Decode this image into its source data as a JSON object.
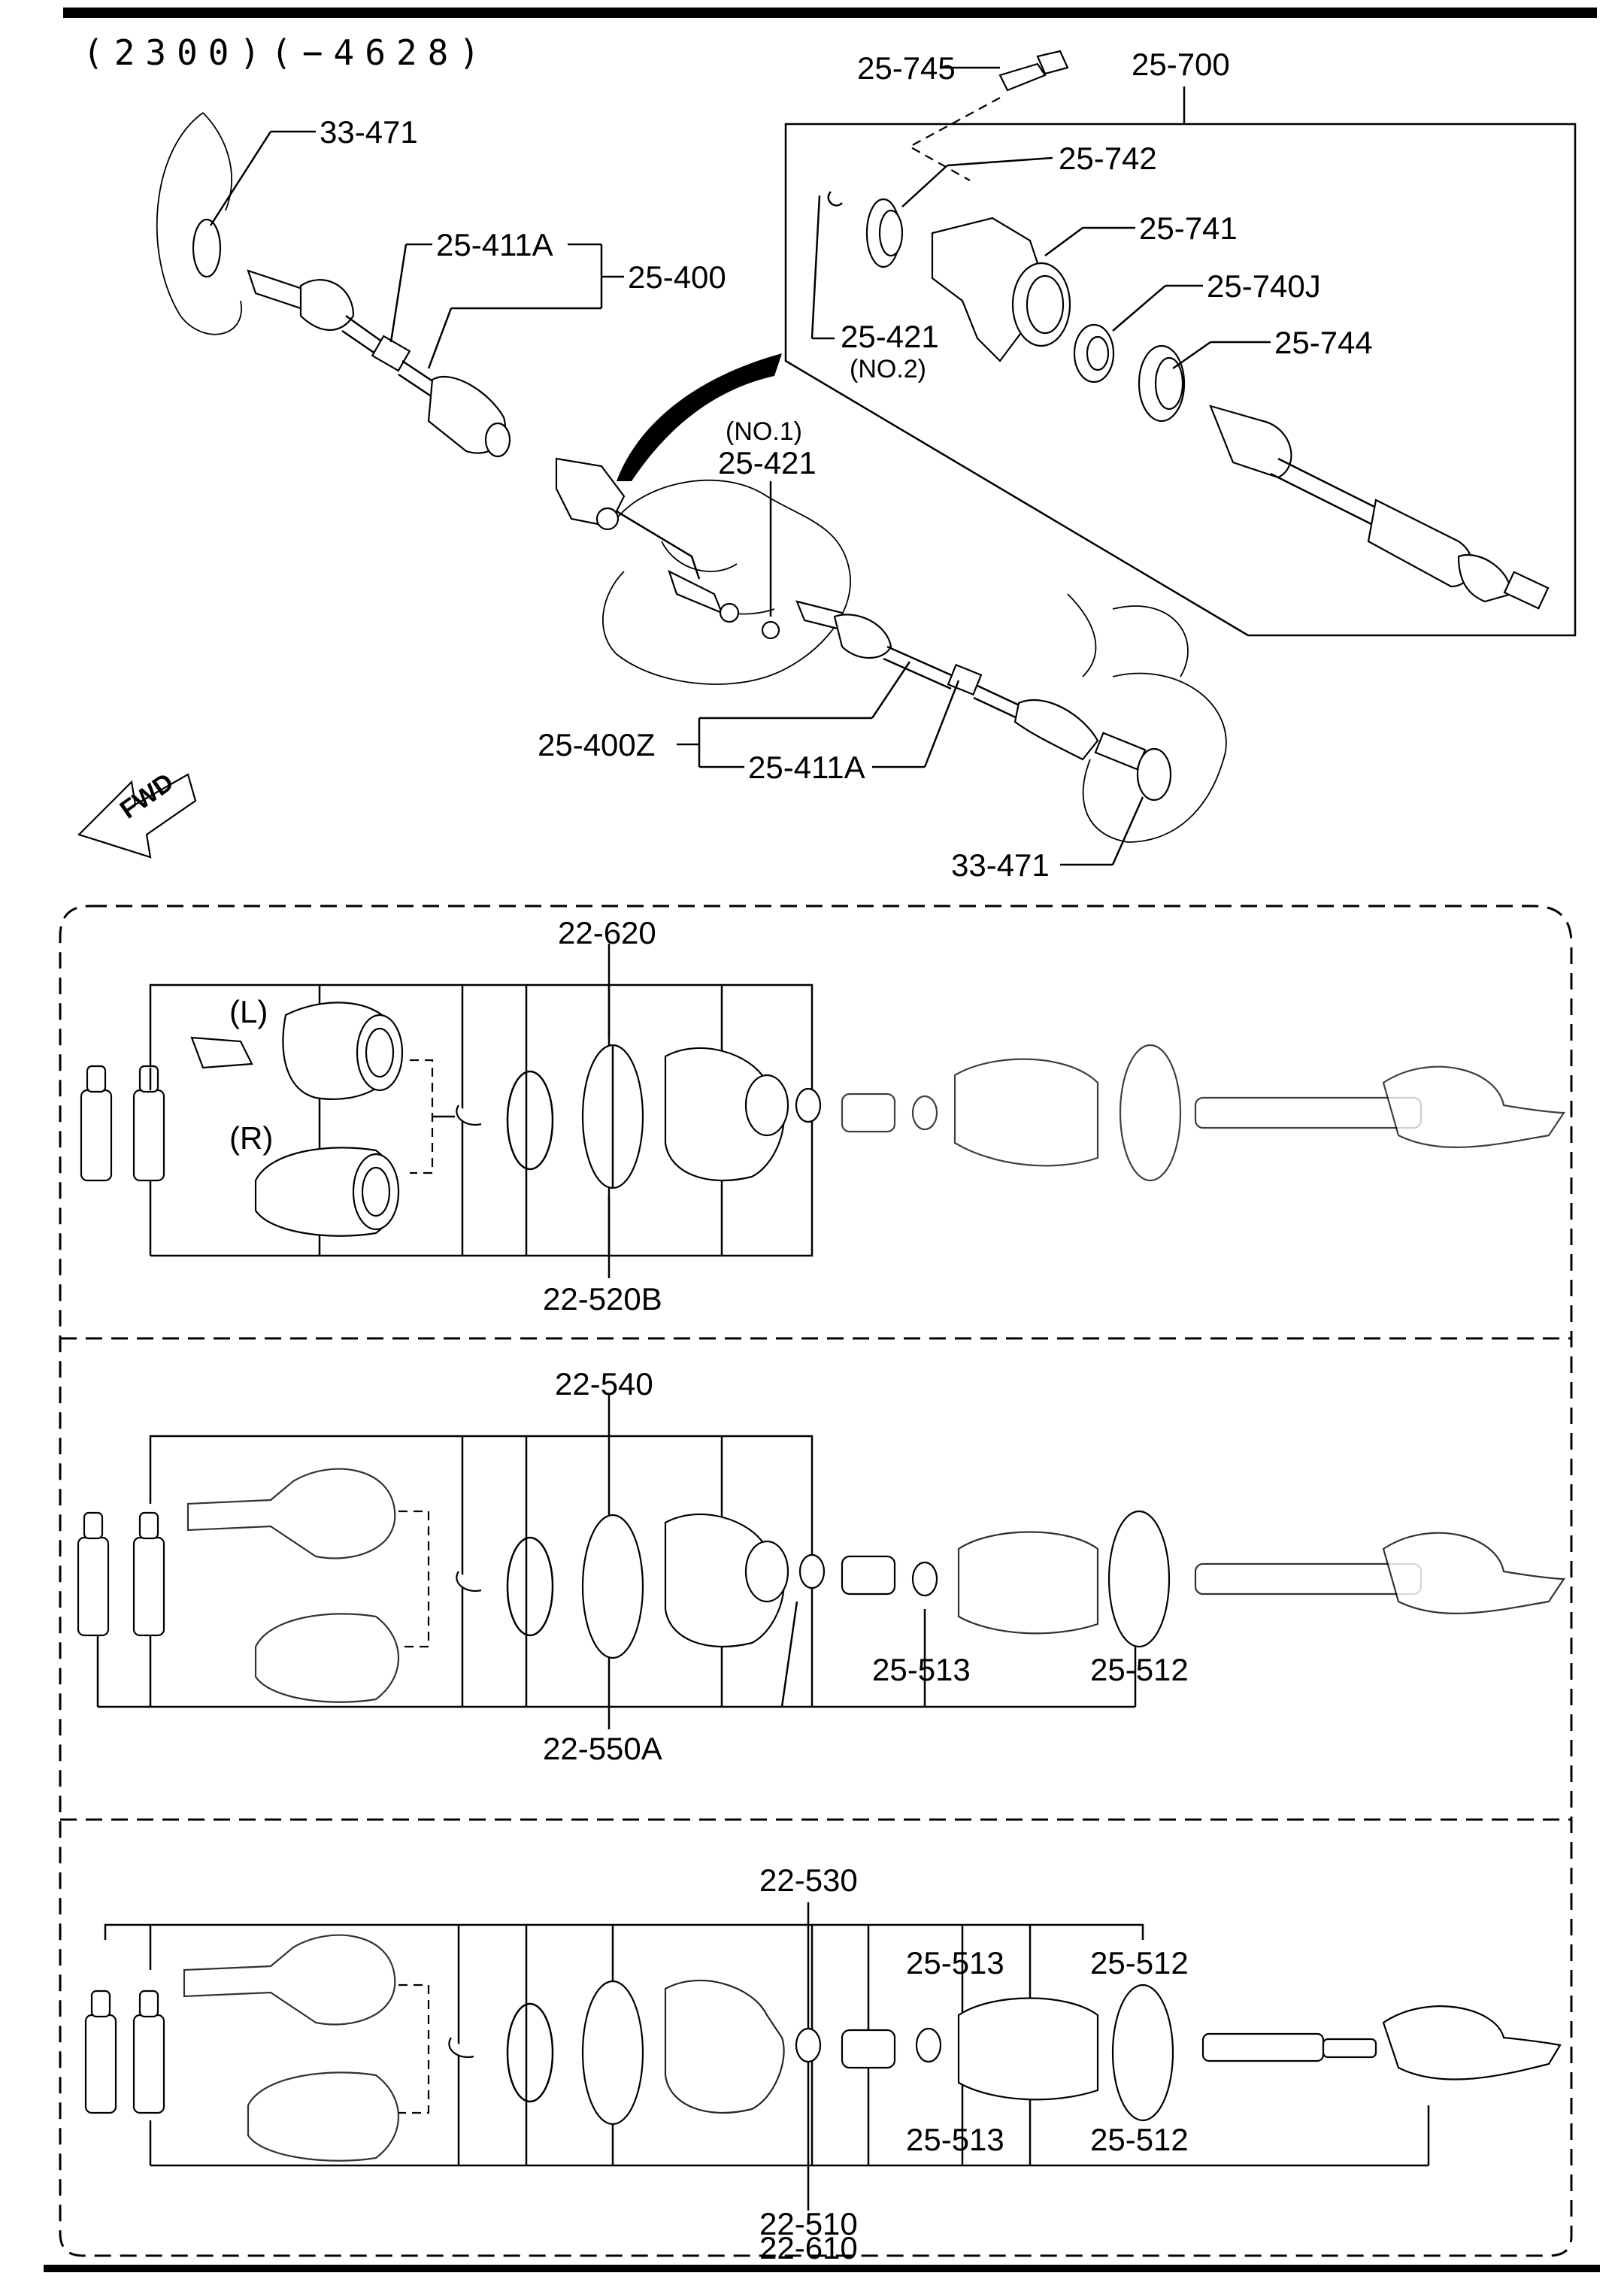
{
  "header": {
    "code": "(2300)(−4628)"
  },
  "fwd_label": "FWD",
  "callouts": {
    "c_25_745": "25-745",
    "c_25_700": "25-700",
    "c_33_471_top": "33-471",
    "c_25_742": "25-742",
    "c_25_741": "25-741",
    "c_25_411A_top": "25-411A",
    "c_25_400": "25-400",
    "c_25_740J": "25-740J",
    "c_25_421_no2": "25-421",
    "c_no2": "(NO.2)",
    "c_25_744": "25-744",
    "c_no1": "(NO.1)",
    "c_25_421_no1": "25-421",
    "c_25_400Z": "25-400Z",
    "c_25_411A_bot": "25-411A",
    "c_33_471_bot": "33-471"
  },
  "panel1": {
    "label_L": "(L)",
    "label_R": "(R)",
    "c_top": "22-620",
    "c_bottom": "22-520B"
  },
  "panel2": {
    "c_top": "22-540",
    "c_bottom": "22-550A",
    "c_513": "25-513",
    "c_512": "25-512"
  },
  "panel3": {
    "c_530": "22-530",
    "c_513_top": "25-513",
    "c_512_top": "25-512",
    "c_513_bot": "25-513",
    "c_512_bot": "25-512",
    "c_510": "22-510",
    "c_610": "22-610"
  }
}
